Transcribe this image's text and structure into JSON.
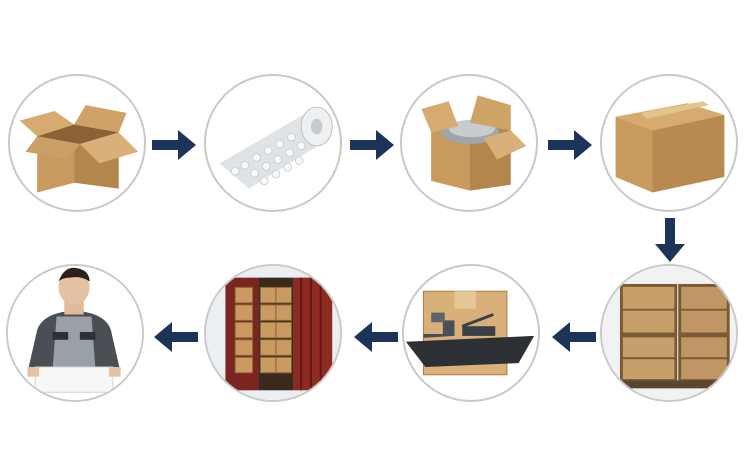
{
  "steps": [
    {
      "id": 1,
      "icon": "open-cardboard-box-icon"
    },
    {
      "id": 2,
      "icon": "bubble-wrap-roll-icon"
    },
    {
      "id": 3,
      "icon": "box-with-bubble-wrap-icon"
    },
    {
      "id": 4,
      "icon": "sealed-cardboard-box-icon"
    },
    {
      "id": 5,
      "icon": "wooden-crates-on-pallet-icon"
    },
    {
      "id": 6,
      "icon": "cargo-ship-with-box-icon"
    },
    {
      "id": 7,
      "icon": "shipping-container-icon"
    },
    {
      "id": 8,
      "icon": "delivery-man-with-package-icon"
    }
  ],
  "arrows": [
    "right",
    "right",
    "right",
    "down",
    "left",
    "left",
    "left"
  ],
  "colors": {
    "arrow": "#1c3459",
    "circle_border": "#c9c9c9",
    "cardboard": "#c89a5e",
    "cardboard_dark": "#a87b45",
    "container_red": "#8f2a22"
  }
}
